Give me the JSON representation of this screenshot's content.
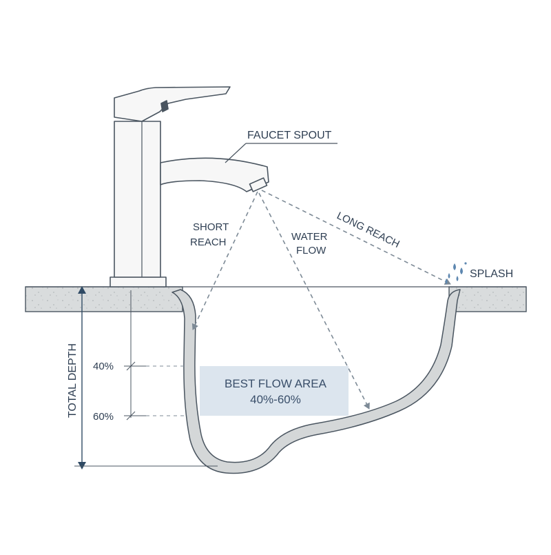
{
  "labels": {
    "faucet_spout": "FAUCET SPOUT",
    "short_reach_1": "SHORT",
    "short_reach_2": "REACH",
    "water_flow_1": "WATER",
    "water_flow_2": "FLOW",
    "long_reach": "LONG REACH",
    "splash": "SPLASH",
    "total_depth": "TOTAL DEPTH",
    "pct_40": "40%",
    "pct_60": "60%",
    "best_flow_1": "BEST FLOW AREA",
    "best_flow_2": "40%-60%"
  },
  "colors": {
    "line": "#4a5560",
    "dashed": "#7d8a96",
    "depth_line": "#2f4a64",
    "counter_fill": "#d9dcdd",
    "basin_fill": "#d4d7d8",
    "faucet_fill": "#f7f7f7",
    "zone_fill": "#dce5ee",
    "splash_fill": "#5d87b0"
  }
}
